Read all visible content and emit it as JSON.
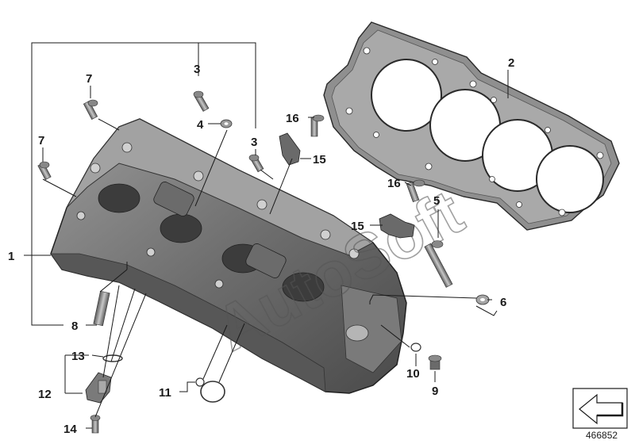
{
  "watermark": "AutoSoft",
  "reference_number": "466852",
  "colors": {
    "part_dark": "#5a5a5a",
    "part_mid": "#8a8a8a",
    "part_light": "#b8b8b8",
    "line": "#1a1a1a"
  },
  "parts": [
    {
      "id": "p1",
      "number": "1"
    },
    {
      "id": "p2",
      "number": "2"
    },
    {
      "id": "p3a",
      "number": "3"
    },
    {
      "id": "p3b",
      "number": "3"
    },
    {
      "id": "p4",
      "number": "4"
    },
    {
      "id": "p5",
      "number": "5"
    },
    {
      "id": "p6",
      "number": "6"
    },
    {
      "id": "p7a",
      "number": "7"
    },
    {
      "id": "p7b",
      "number": "7"
    },
    {
      "id": "p8",
      "number": "8"
    },
    {
      "id": "p9",
      "number": "9"
    },
    {
      "id": "p10",
      "number": "10"
    },
    {
      "id": "p11",
      "number": "11"
    },
    {
      "id": "p12",
      "number": "12"
    },
    {
      "id": "p13",
      "number": "13"
    },
    {
      "id": "p14",
      "number": "14"
    },
    {
      "id": "p15a",
      "number": "15"
    },
    {
      "id": "p15b",
      "number": "15"
    },
    {
      "id": "p16a",
      "number": "16"
    },
    {
      "id": "p16b",
      "number": "16"
    }
  ]
}
